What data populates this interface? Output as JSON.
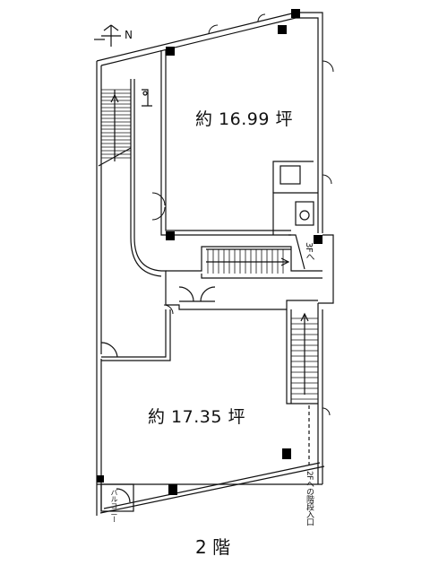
{
  "compass": {
    "label": "N"
  },
  "rooms": [
    {
      "id": "upper-unit",
      "area_label": "約 16.99 坪"
    },
    {
      "id": "lower-unit",
      "area_label": "約 17.35 坪"
    }
  ],
  "stair_labels": {
    "to_3f": "3Fへ",
    "to_2f_entrance": "2Fへの階段入口"
  },
  "balcony_label": "バルコニー",
  "floor_label": "2 階",
  "colors": {
    "line": "#111111",
    "pillar": "#000000",
    "background": "#ffffff"
  }
}
